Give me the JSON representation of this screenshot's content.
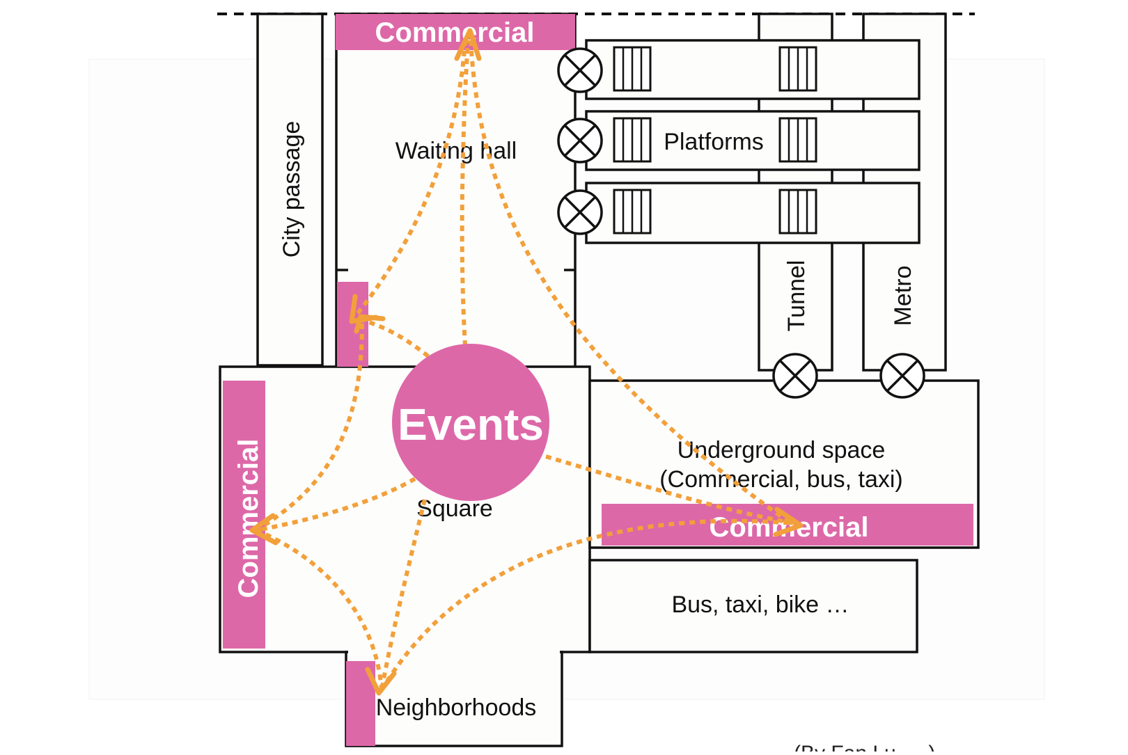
{
  "labels": {
    "city_passage": "City passage",
    "waiting_hall": "Waiting hall",
    "platforms": "Platforms",
    "tunnel": "Tunnel",
    "metro": "Metro",
    "events": "Events",
    "square": "Square",
    "underground_line1": "Underground space",
    "underground_line2": "(Commercial, bus, taxi)",
    "bus_taxi_bike": "Bus, taxi, bike …",
    "neighborhoods": "Neighborhoods",
    "commercial_top": "Commercial",
    "commercial_left": "Commercial",
    "commercial_right": "Commercial",
    "credit": "(By Fan Lu, …)"
  },
  "colors": {
    "commercial": "#dd68a8",
    "events": "#dd68a8",
    "flow_arrows": "#f2a03a",
    "walls": "#111111"
  },
  "icons": [
    "gate-x-icon",
    "stair-icon",
    "arrow-head-icon"
  ]
}
